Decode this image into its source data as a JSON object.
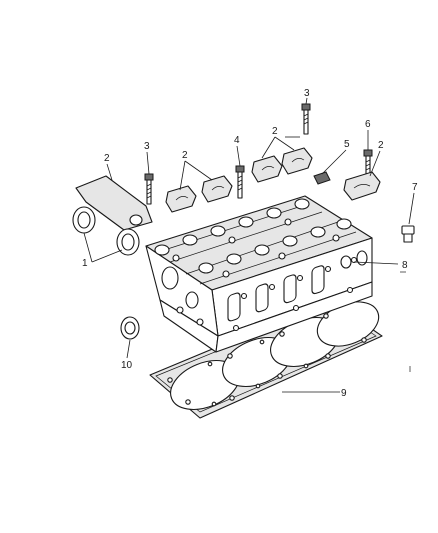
{
  "callouts": {
    "c1": "1",
    "c2a": "2",
    "c2b": "2",
    "c2c": "2",
    "c2d": "2",
    "c3a": "3",
    "c3b": "3",
    "c4": "4",
    "c5": "5",
    "c6": "6",
    "c7": "7",
    "c8": "8",
    "c9": "9",
    "c10": "10"
  }
}
